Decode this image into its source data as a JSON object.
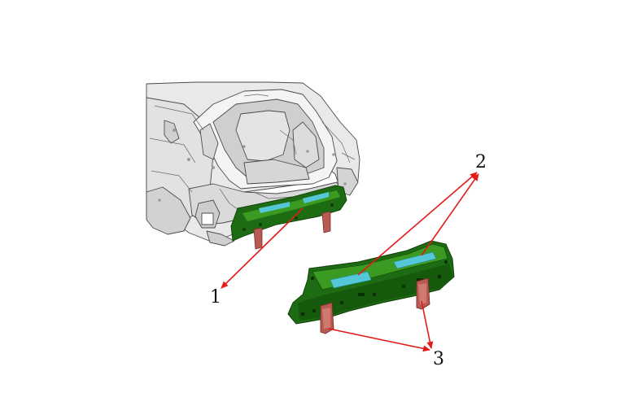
{
  "diagram": {
    "callouts": [
      {
        "id": "1",
        "label": "1"
      },
      {
        "id": "2",
        "label": "2"
      },
      {
        "id": "3",
        "label": "3"
      }
    ]
  },
  "colors": {
    "background": "#ffffff",
    "body_shell": "#e9e9e9",
    "body_shell_shadow": "#bdbdbd",
    "outline": "#4a4a4a",
    "crossmember": "#1d6b12",
    "crossmember_dark": "#0f3f08",
    "crossmember_light": "#3a9a22",
    "insulation_pad": "#55c7d6",
    "bracket": "#b85a52",
    "bracket_dark": "#7a2e2a",
    "leader_arrow": "#e31b1b"
  },
  "icons": {
    "arrowhead": "arrowhead-icon"
  }
}
